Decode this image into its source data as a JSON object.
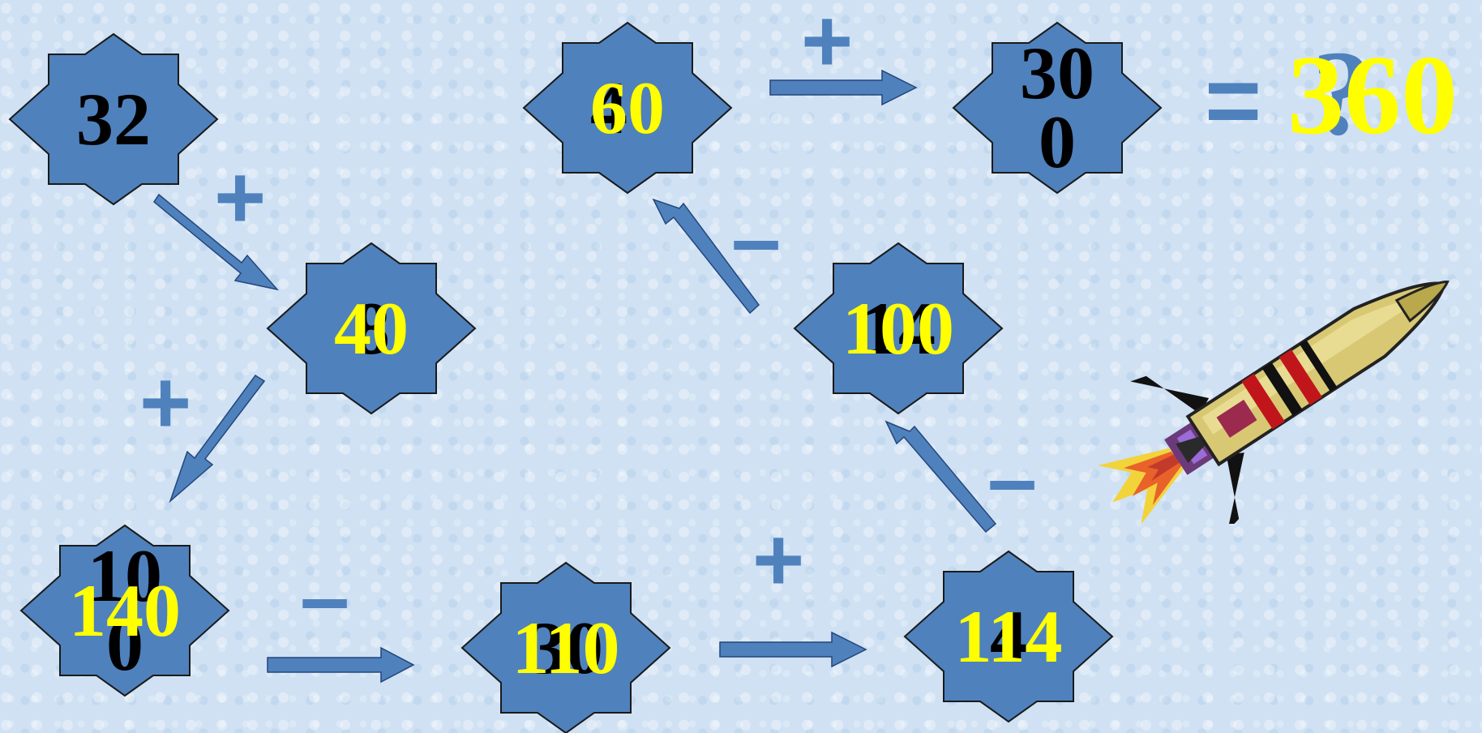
{
  "stars": [
    {
      "id": "a",
      "old": "32",
      "new": ""
    },
    {
      "id": "b",
      "old": "8",
      "new": "40"
    },
    {
      "id": "c",
      "old": [
        "10",
        "0"
      ],
      "new": "140"
    },
    {
      "id": "d",
      "old": "30",
      "new": "110"
    },
    {
      "id": "e",
      "old": "4",
      "new": "114"
    },
    {
      "id": "f",
      "old": "14",
      "new": "100"
    },
    {
      "id": "g",
      "old": "40",
      "new": "60"
    },
    {
      "id": "h",
      "old": [
        "30",
        "0"
      ],
      "new": ""
    }
  ],
  "operators": {
    "a_to_b": "+",
    "b_to_c": "+",
    "c_to_d": "–",
    "d_to_e": "+",
    "e_to_f": "–",
    "f_to_g": "–",
    "g_to_h": "+"
  },
  "result": {
    "equals": "=",
    "question": "?",
    "answer": "360"
  },
  "colors": {
    "star_fill": "#4f81bd",
    "star_stroke": "#1a1a1a",
    "operator": "#4f81bd",
    "highlight": "#ffff00",
    "old_text": "#000000"
  },
  "decoration": {
    "icon": "rocket-icon"
  }
}
